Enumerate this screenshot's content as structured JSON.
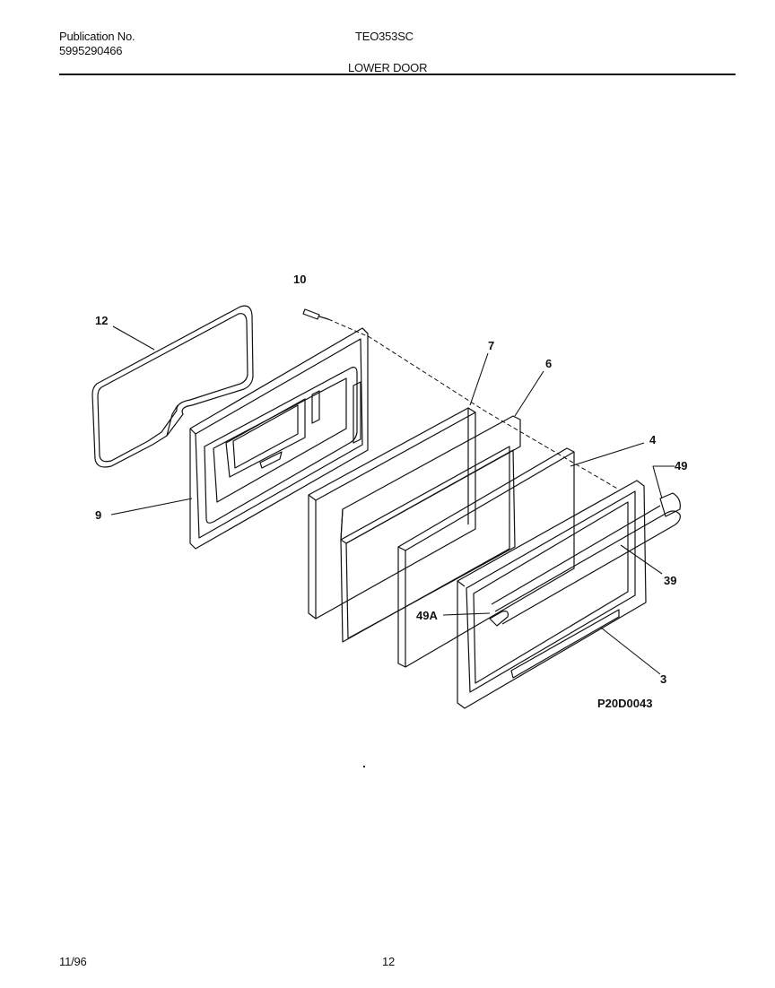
{
  "header": {
    "publication_label": "Publication No.",
    "publication_number": "5995290466",
    "model": "TEO353SC",
    "section_title": "LOWER DOOR"
  },
  "diagram": {
    "drawing_id": "P20D0043",
    "callouts": [
      "12",
      "10",
      "7",
      "6",
      "4",
      "49",
      "9",
      "39",
      "49A",
      "3"
    ]
  },
  "footer": {
    "date": "11/96",
    "page": "12"
  },
  "colors": {
    "ink": "#111111",
    "paper": "#ffffff"
  }
}
